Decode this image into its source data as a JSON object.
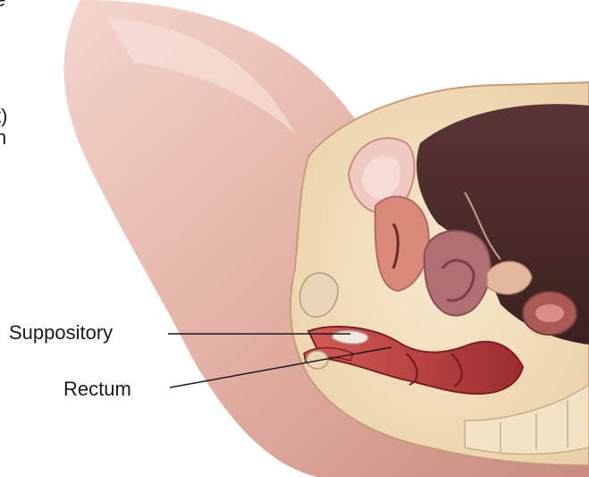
{
  "figure": {
    "cut_text_top": "e",
    "cut_text_lines": [
      "t)",
      "h"
    ],
    "labels": {
      "suppository": "Suppository",
      "rectum": "Rectum"
    }
  },
  "colors": {
    "background": "#ffffff",
    "skin": "#e7b9ae",
    "skin_shadow": "#c98c80",
    "tissue_fat": "#f1dcb8",
    "cavity": "#4a2a2a",
    "organ": "#b06f73",
    "rectum_lumen": "#b8383c",
    "suppository": "#f3e7df",
    "leader_line": "#1a1a1a"
  }
}
